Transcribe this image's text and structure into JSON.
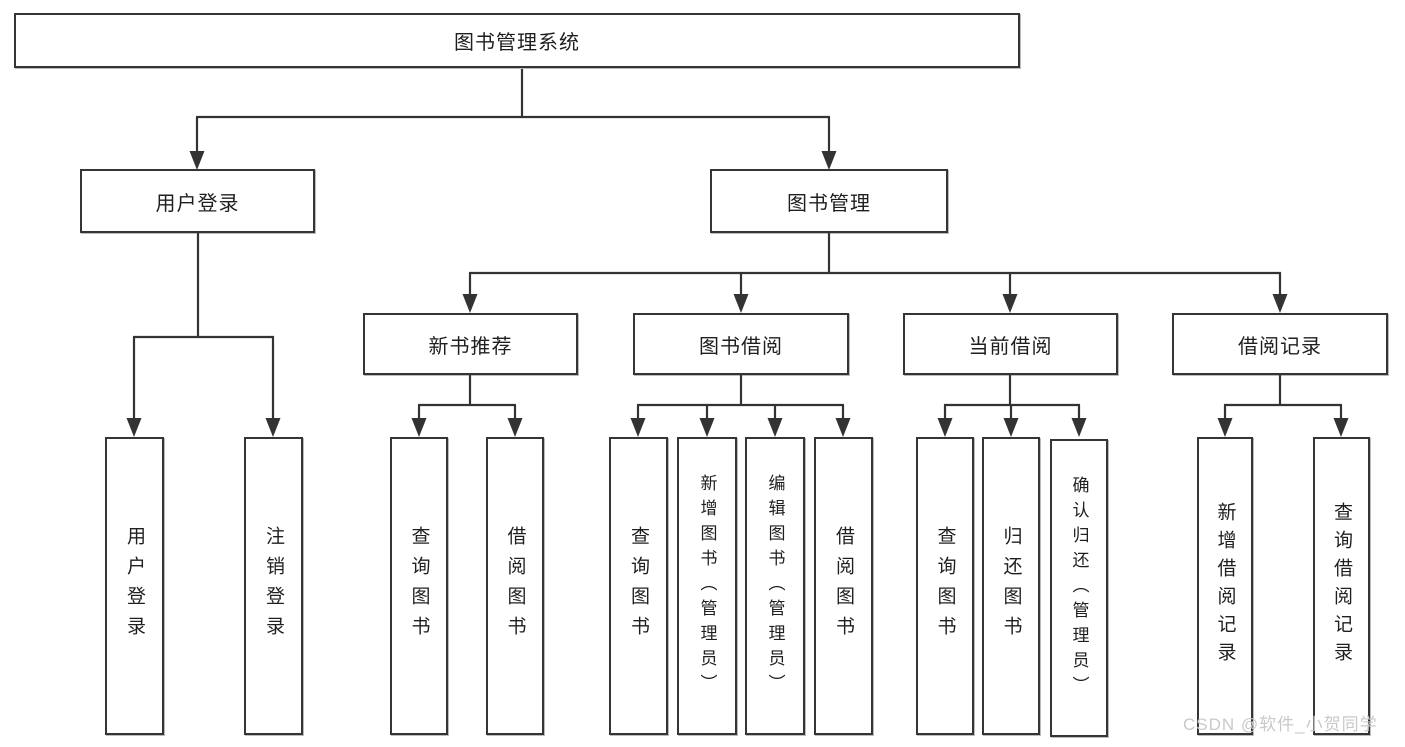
{
  "tree": {
    "root": {
      "label": "图书管理系统"
    },
    "children": [
      {
        "label": "用户登录",
        "children": [
          {
            "label": "用户登录"
          },
          {
            "label": "注销登录"
          }
        ]
      },
      {
        "label": "图书管理",
        "children": [
          {
            "label": "新书推荐",
            "children": [
              {
                "label": "查询图书"
              },
              {
                "label": "借阅图书"
              }
            ]
          },
          {
            "label": "图书借阅",
            "children": [
              {
                "label": "查询图书"
              },
              {
                "label": "新增图书（管理员）"
              },
              {
                "label": "编辑图书（管理员）"
              },
              {
                "label": "借阅图书"
              }
            ]
          },
          {
            "label": "当前借阅",
            "children": [
              {
                "label": "查询图书"
              },
              {
                "label": "归还图书"
              },
              {
                "label": "确认归还（管理员）"
              }
            ]
          },
          {
            "label": "借阅记录",
            "children": [
              {
                "label": "新增借阅记录"
              },
              {
                "label": "查询借阅记录"
              }
            ]
          }
        ]
      }
    ]
  },
  "watermark": {
    "text": "CSDN @软件_小贺同学"
  },
  "colors": {
    "line": "#333333",
    "box_border": "#353535",
    "background": "#ffffff",
    "text": "#1f1f1f",
    "watermark": "#c9c9c9"
  }
}
